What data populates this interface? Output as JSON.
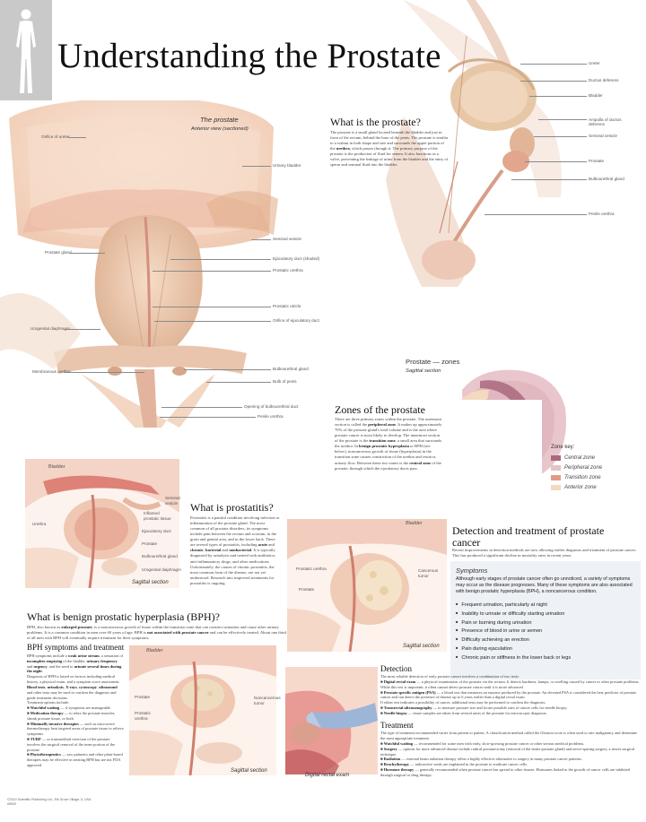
{
  "header": {
    "title": "Understanding the Prostate"
  },
  "main_illustration": {
    "caption_title": "The prostate",
    "caption_sub": "Anterior view (sectioned)",
    "labels": {
      "orifice_ureter": "Orifice of ureter",
      "urinary_bladder": "Urinary bladder",
      "seminal_vesicle": "Seminal vesicle",
      "prostate_gland": "Prostate gland",
      "ejaculatory_duct": "Ejaculatory duct (shaded)",
      "prostatic_urethra": "Prostatic urethra",
      "prostatic_utricle": "Prostatic utricle",
      "orifice_ejaculatory": "Orifice of ejaculatory duct",
      "urogenital_diaphragm": "Urogenital diaphragm",
      "bulbourethral_gland": "Bulbourethral gland",
      "membranous_urethra": "Membranous urethra",
      "bulb_penis": "Bulb of penis",
      "opening_bulbourethral": "Opening of bulbourethral duct",
      "penile_urethra": "Penile urethra"
    }
  },
  "side_illustration": {
    "labels": {
      "ureter": "Ureter",
      "ductus_deferens": "Ductus deferens",
      "bladder": "Bladder",
      "ampulla": "Ampulla of ductus deferens",
      "seminal_vesicle": "Seminal vesicle",
      "prostate": "Prostate",
      "bulbourethral": "Bulbourethral gland",
      "penile_urethra": "Penile urethra"
    }
  },
  "what_is": {
    "heading": "What is the prostate?",
    "body_html": "The prostate is a small gland located beneath the bladder and just in front of the rectum, behind the base of the penis. The prostate is similar to a walnut in both shape and size and surrounds the upper portion of the <b>urethra</b>, which passes through it. The primary purpose of the prostate is the production of fluid for semen. It also functions as a valve, preventing the leakage of urine from the bladder and the entry of sperm and seminal fluid into the bladder."
  },
  "zones": {
    "caption_title": "Prostate — zones",
    "caption_sub": "Sagittal section",
    "heading": "Zones of the prostate",
    "body_html": "There are three primary zones within the prostate. The outermost section is called the <b>peripheral zone</b>. It makes up approximately 70% of the prostate gland's total volume and is the area where prostate cancer is most likely to develop. The innermost section of the prostate is the <b>transition zone</b>, a small area that surrounds the urethra. In <b>benign prostatic hyperplasia</b> or BPH (see below), noncancerous growth of tissue (hyperplasia) in the transition zone causes constriction of the urethra and restricts urinary flow. Between these two zones is the <b>central zone</b> of the prostate, through which the ejaculatory ducts pass.",
    "key_title": "Zone key:",
    "key": [
      {
        "label": "Central zone",
        "color": "#a86a7d"
      },
      {
        "label": "Peripheral zone",
        "color": "#e3c4c8"
      },
      {
        "label": "Transition zone",
        "color": "#e59a86"
      },
      {
        "label": "Anterior zone",
        "color": "#f3d9bd"
      }
    ]
  },
  "prostatitis_illus": {
    "labels": {
      "bladder": "Bladder",
      "seminal_vesicle": "Seminal vesicle",
      "inflamed": "Inflamed prostatic tissue",
      "urethra": "Urethra",
      "ejaculatory_duct": "Ejaculatory duct",
      "prostate": "Prostate",
      "bulbourethral": "Bulbourethral gland",
      "urogenital": "Urogenital diaphragm"
    },
    "caption": "Sagittal section"
  },
  "prostatitis": {
    "heading": "What is prostatitis?",
    "body_html": "Prostatitis is a painful condition involving infection or inflammation of the prostate gland. The most common of all prostate disorders, its symptoms include pain between the rectum and scrotum, in the groin and genital area, and in the lower back. There are several types of prostatitis, including <b>acute</b> and <b>chronic</b>, <b>bacterial</b> and <b>nonbacterial</b>. It is typically diagnosed by urinalysis and treated with antibiotics, anti-inflammatory drugs, and other medications. Unfortunately, the causes of chronic prostatitis, the most common form of the disease, are not yet understood. Research into improved treatments for prostatitis is ongoing."
  },
  "cancer_illus": {
    "labels": {
      "bladder": "Bladder",
      "prostatic_urethra": "Prostatic urethra",
      "prostate": "Prostate",
      "cancerous": "Cancerous tumor"
    },
    "caption": "Sagittal section"
  },
  "cancer": {
    "heading": "Detection and treatment of prostate cancer",
    "body": "Recent improvements in detection methods are now allowing earlier diagnosis and treatment of prostate cancer. This has produced a significant decline in mortality rates in recent years."
  },
  "symptoms": {
    "heading": "Symptoms",
    "intro": "Although early stages of prostate cancer often go unnoticed, a variety of symptoms may occur as the disease progresses. Many of these symptoms are also associated with benign prostatic hyperplasia (BPH), a noncancerous condition.",
    "items": [
      "Frequent urination, particularly at night",
      "Inability to urinate or difficulty starting urination",
      "Pain or burning during urination",
      "Presence of blood in urine or semen",
      "Difficulty achieving an erection",
      "Pain during ejaculation",
      "Chronic pain or stiffness in the lower back or legs"
    ]
  },
  "bph": {
    "heading": "What is benign prostatic hyperplasia (BPH)?",
    "body_html": "BPH, also known as <b>enlarged prostate</b>, is a noncancerous growth of tissue within the transition zone that can constrict urination and cause other urinary problems. It is a common condition in men over 60 years of age. BPH is <b>not associated with prostate cancer</b> and can be effectively treated. About one third of all men with BPH will eventually require treatment for their symptoms.",
    "sub_heading": "BPH symptoms and treatment",
    "sym_html": "BPH symptoms include a <b>weak urine stream</b>, a sensation of <b>incomplete emptying</b> of the bladder, <b>urinary frequency</b> and <b>urgency</b>, and the need to <b>urinate several times during the night</b>.<br>Diagnosis of BPH is based on factors including medical history, a physical exam, and a symptom score assessment. <b>Blood tests</b>, <b>urinalysis</b>, <b>X-rays</b>, <b>cystoscopy</b>, <b>ultrasound</b> and other tests may be used to confirm the diagnosis and guide treatment decisions.<br>Treatment options include:<br>■ <b>Watchful waiting</b> — if symptoms are manageable<br>■ <b>Medication therapy</b> — to relax the prostate muscles, shrink prostate tissue, or both<br>■ <b>Minimally invasive therapies</b> — such as microwave thermotherapy heat targeted areas of prostate tissue to relieve symptoms<br>■ <b>TURP</b> — or transurethral resection of the prostate involves the surgical removal of the inner portion of the prostate<br>■ <b>Phytotherapeutics</b> — saw palmetto and other plant-based therapies may be effective in treating BPH but are not FDA approved",
    "illus_labels": {
      "bladder": "Bladder",
      "prostate": "Prostate",
      "urethra": "Prostatic urethra",
      "tumor": "Noncancerous tumor"
    },
    "caption": "Sagittal section"
  },
  "dre": {
    "caption": "Digital rectal exam"
  },
  "detection": {
    "heading": "Detection",
    "intro": "The most reliable detection of early prostate cancer involves a combination of two tests:",
    "items_html": "■ <b>Digital rectal exam</b> — a physical examination of the prostate via the rectum. It detects hardness, bumps, or swelling caused by cancer or other prostate problems. While this test is important, it often cannot detect prostate cancer until it is more advanced.<br>■ <b>Prostate specific antigen (PSA)</b> — a blood test that measures an enzyme produced by the prostate. An elevated PSA is considered the best predictor of prostate cancer and can detect the presence of disease up to 6 years earlier than a digital rectal exam.<br>If either test indicates a possibility of cancer, additional tests may be performed to confirm the diagnosis:<br>■ <b>Transrectal ultrasonography</b> — to measure prostate size and locate possible sites of cancer cells for needle biopsy<br>■ <b>Needle biopsy</b> — tissue samples are taken from several areas of the prostate for microscopic diagnosis."
  },
  "treatment": {
    "heading": "Treatment",
    "intro": "The type of treatment recommended varies from patient to patient. A classification method called the Gleason score is often used to rate malignancy and determine the most appropriate treatment.",
    "items_html": "■ <b>Watchful waiting</b> — recommended for some men with early, slow-growing prostate cancer or other serious medical problems.<br>■ <b>Surgery</b> — options for more advanced disease include radical prostatectomy (removal of the entire prostate gland) and nerve-sparing surgery, a newer surgical technique.<br>■ <b>Radiation</b> — external beam radiation therapy offers a highly effective alternative to surgery in many prostate cancer patients.<br>■ <b>Brachytherapy</b> — radioactive seeds are implanted in the prostate to eradicate cancer cells.<br>■ <b>Hormone therapy</b> — generally recommended when prostate cancer has spread to other tissues. Hormones linked to the growth of cancer cells are inhibited through surgical or drug therapy."
  },
  "footer": {
    "line1": "©2010 Scientific Publishing Ltd., Elk Grove Village, IL USA",
    "line2": "#9520"
  }
}
